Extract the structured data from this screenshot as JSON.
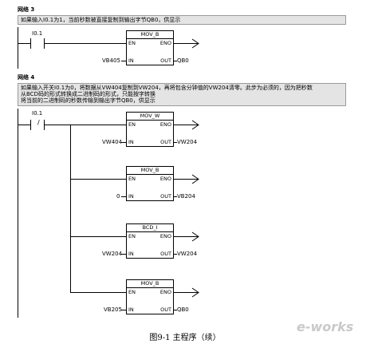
{
  "network3": {
    "title": "网络 3",
    "comment": "如果输入I0.1为1，当前秒数被直接复制到输出字节QB0，供显示",
    "contact": "I0.1",
    "box": {
      "name": "MOV_B",
      "en": "EN",
      "eno": "ENO",
      "in_pin": "IN",
      "out_pin": "OUT",
      "in_val": "VB405",
      "out_val": "QB0"
    }
  },
  "network4": {
    "title": "网络 4",
    "comment_lines": [
      "如果输入开关I0.1为0，将数据从VW404复制到VW204，再将包含分钟值的VW204清零。此步为必须的，因为把秒数",
      "从BCD码的形式转换成二进制码的形式，只能按字转换",
      "将当前的二进制码的秒数传输到输出字节QB0，供显示"
    ],
    "contact": "I0.1",
    "contact_symbol": "/",
    "boxes": [
      {
        "name": "MOV_W",
        "en": "EN",
        "eno": "ENO",
        "in_pin": "IN",
        "out_pin": "OUT",
        "in_val": "VW404",
        "out_val": "VW204"
      },
      {
        "name": "MOV_B",
        "en": "EN",
        "eno": "ENO",
        "in_pin": "IN",
        "out_pin": "OUT",
        "in_val": "0",
        "out_val": "VB204"
      },
      {
        "name": "BCD_I",
        "en": "EN",
        "eno": "ENO",
        "in_pin": "IN",
        "out_pin": "OUT",
        "in_val": "VW204",
        "out_val": "VW204"
      },
      {
        "name": "MOV_B",
        "en": "EN",
        "eno": "ENO",
        "in_pin": "IN",
        "out_pin": "OUT",
        "in_val": "VB205",
        "out_val": "QB0"
      }
    ]
  },
  "caption": "图9-1   主程序（续）",
  "watermark": "e-works",
  "colors": {
    "comment_bg": "#e4e4e4",
    "line": "#000000",
    "watermark": "#c9c9c9"
  }
}
